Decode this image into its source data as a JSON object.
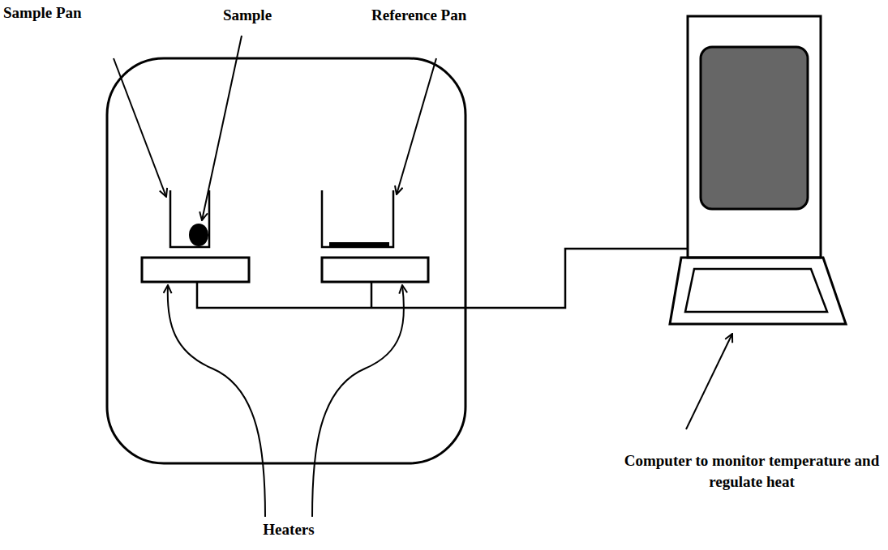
{
  "diagram": {
    "labels": [
      "Sample Pan",
      "Sample",
      "Reference Pan",
      "Computer to monitor temperature and regulate heat",
      "Heaters"
    ]
  }
}
